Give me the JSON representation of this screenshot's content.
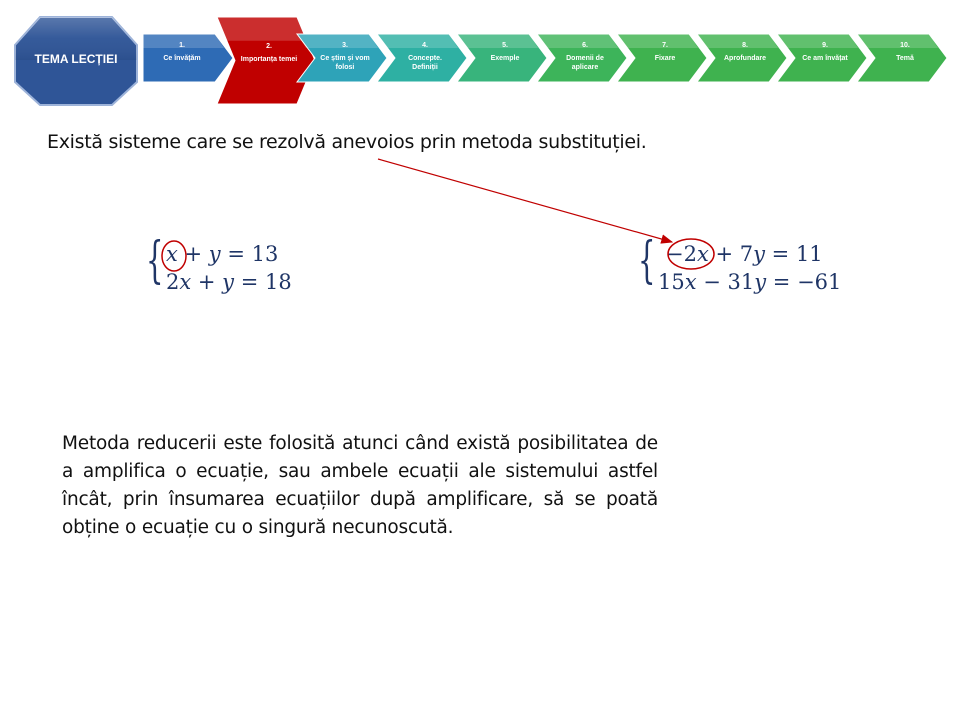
{
  "nav": {
    "badge_label": "TEMA LECȚIEI",
    "colors": {
      "badge": "#2f5597",
      "active": "#c00000",
      "teal": "#2ea3b8",
      "green": "#3fb24f"
    },
    "steps": [
      {
        "number": "1.",
        "label": "Ce învățăm",
        "color": "#2e6bb5",
        "active": false
      },
      {
        "number": "2.",
        "label": "Importanța temei",
        "color": "#c00000",
        "active": true
      },
      {
        "number": "3.",
        "label": "Ce știm și vom folosi",
        "color": "#2ea3b8",
        "active": false
      },
      {
        "number": "4.",
        "label": "Concepte. Definiții",
        "color": "#2eb0a3",
        "active": false
      },
      {
        "number": "5.",
        "label": "Exemple",
        "color": "#38b47c",
        "active": false
      },
      {
        "number": "6.",
        "label": "Domenii de aplicare",
        "color": "#3db45a",
        "active": false
      },
      {
        "number": "7.",
        "label": "Fixare",
        "color": "#3fb24f",
        "active": false
      },
      {
        "number": "8.",
        "label": "Aprofundare",
        "color": "#3fb24f",
        "active": false
      },
      {
        "number": "9.",
        "label": "Ce am învățat",
        "color": "#3fb24f",
        "active": false
      },
      {
        "number": "10.",
        "label": "Temă",
        "color": "#3fb24f",
        "active": false
      }
    ]
  },
  "content": {
    "intro": "Există sisteme care se rezolvă anevoios prin metoda substituției.",
    "system_left": {
      "eq1": {
        "coef": "",
        "a": "x",
        "mid": " + ",
        "b": "y",
        "rhs": " = 13"
      },
      "eq2": {
        "coef": "2",
        "a": "x",
        "mid": " + ",
        "b": "y",
        "rhs": " = 18"
      }
    },
    "system_right": {
      "eq1": {
        "coef": "−2",
        "a": "x",
        "mid": " + 7",
        "b": "y",
        "rhs": " = 11"
      },
      "eq2": {
        "coef": "15",
        "a": "x",
        "mid": " − 31",
        "b": "y",
        "rhs": " = −61"
      }
    },
    "paragraph": "Metoda reducerii este folosită atunci când există posibilitatea de a amplifica o ecuație, sau ambele ecuații ale sistemului astfel încât, prin însumarea ecuațiilor după amplificare, să se poată obține o ecuație cu o singură necunoscută."
  },
  "annotation_color": "#c00000"
}
